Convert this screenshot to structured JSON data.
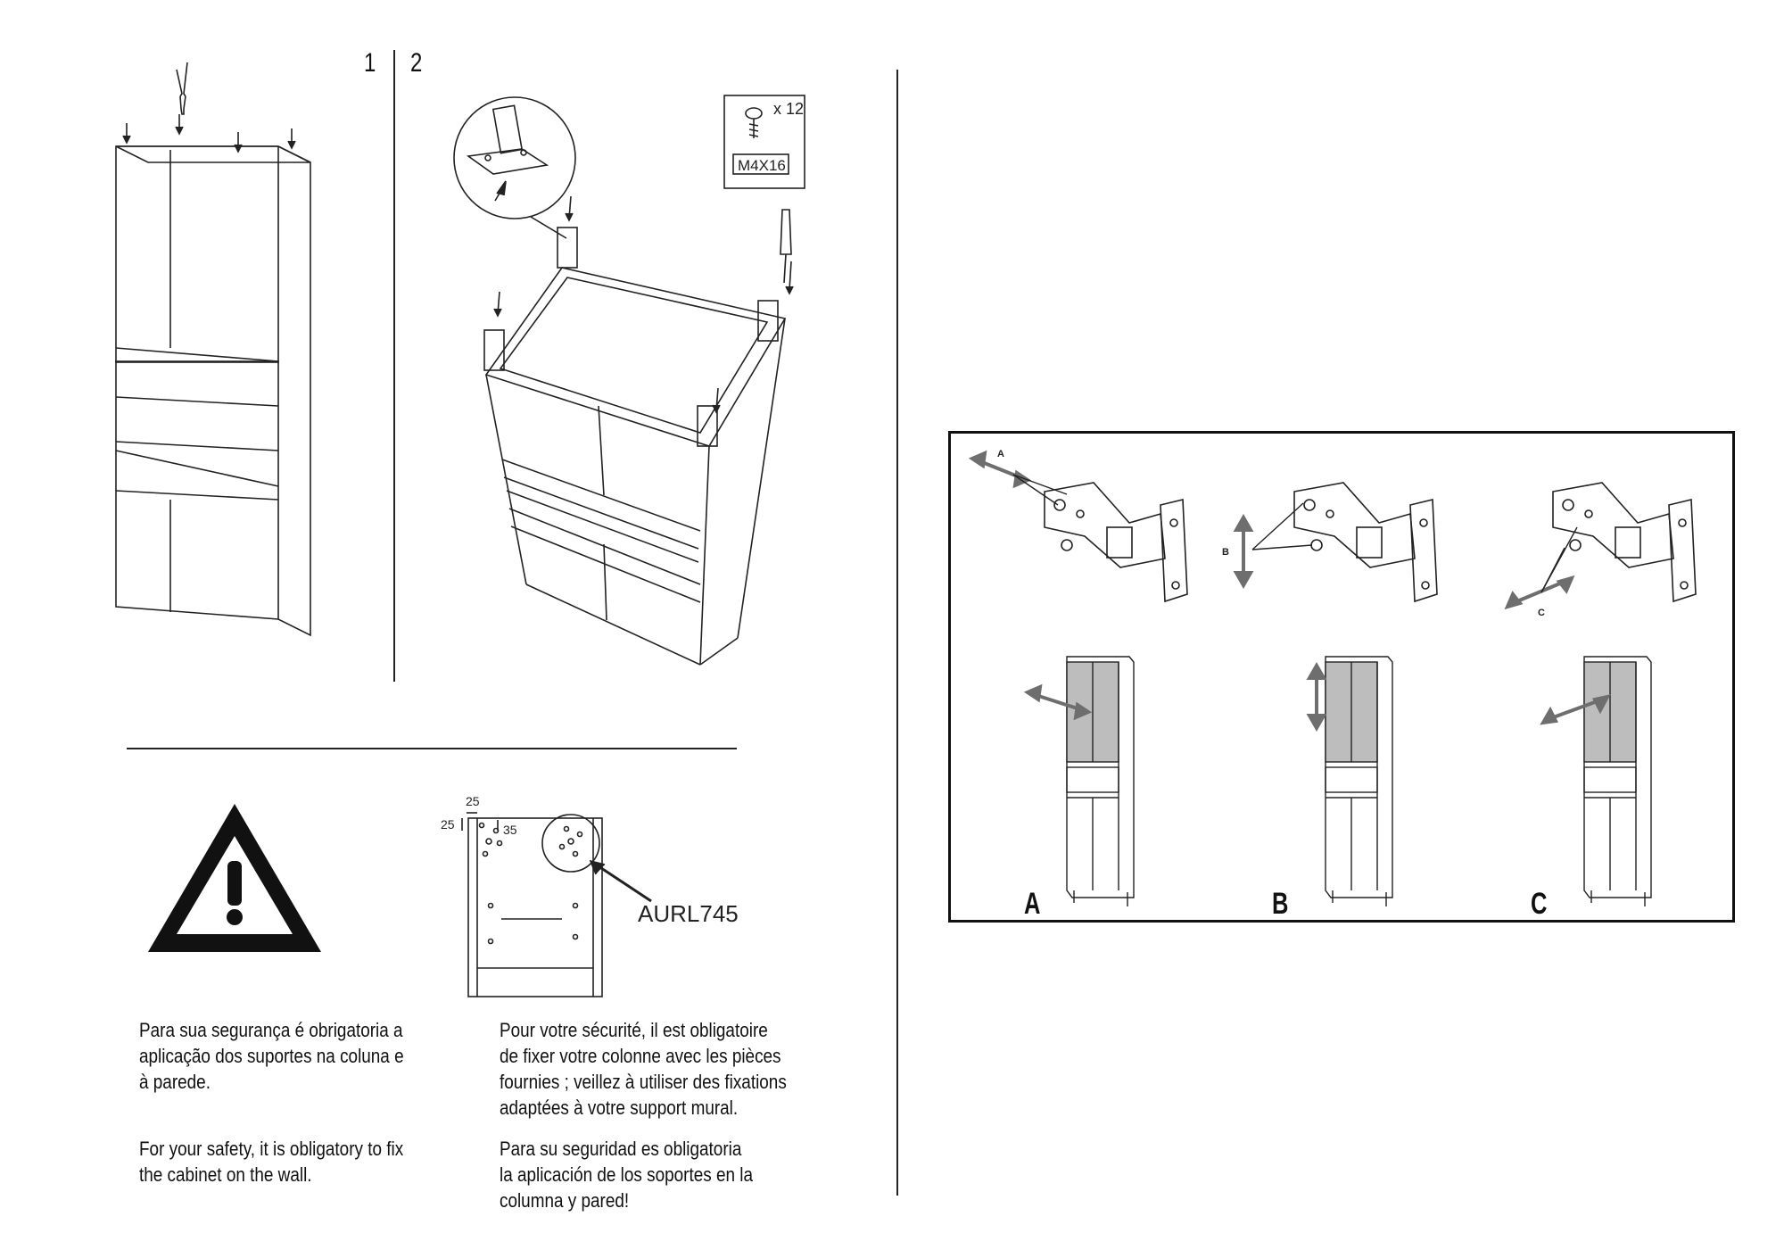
{
  "steps": {
    "step1": "1",
    "step2": "2"
  },
  "hardware": {
    "screw_qty": "x 12",
    "screw_code": "M4X16"
  },
  "bracket": {
    "dim_top": "25",
    "dim_left": "25",
    "dim_right": "35",
    "part_code": "AURL745"
  },
  "safety": {
    "pt": "Para sua segurança é obrigatoria a\naplicação dos suportes na coluna e\nà parede.",
    "en": "For your safety, it is obligatory to fix\nthe cabinet on the wall.",
    "fr": "Pour votre sécurité, il est obligatoire\nde fixer votre colonne avec les pièces\nfournies ; veillez à utiliser des fixations\nadaptées à votre support mural.",
    "es": "Para su seguridad es obligatoria\nla aplicación de los soportes en la\ncolumna y pared!"
  },
  "hinge_adjustment": {
    "panels": [
      {
        "label": "A",
        "arrow_label": "A"
      },
      {
        "label": "B",
        "arrow_label": "B"
      },
      {
        "label": "C",
        "arrow_label": "C"
      }
    ]
  },
  "colors": {
    "line": "#222222",
    "door_shade": "#bdbdbd",
    "arrow": "#6e6e6e"
  },
  "icons": [
    "pliers-icon",
    "screwdriver-icon",
    "screw-icon",
    "warning-icon",
    "hinge-icon",
    "arrow-icon"
  ]
}
